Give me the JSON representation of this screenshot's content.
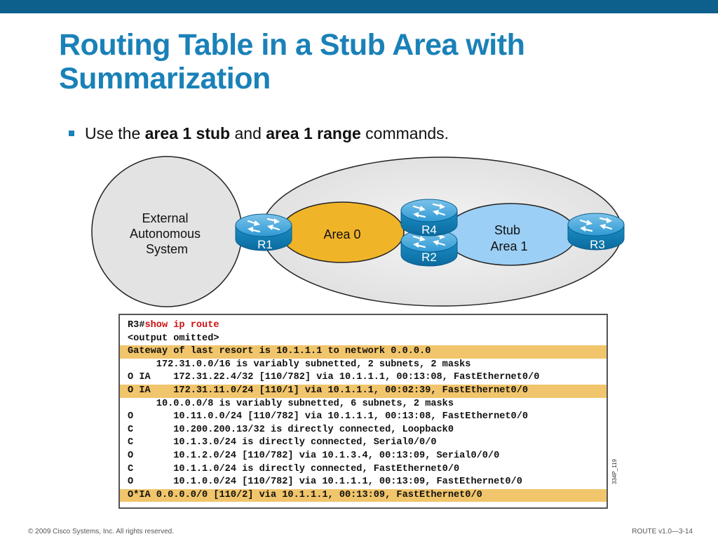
{
  "title": {
    "line1": "Routing Table in a Stub Area with",
    "line2": "Summarization"
  },
  "bullet": {
    "pre": "Use the ",
    "bold1": "area 1 stub",
    "mid": " and ",
    "bold2": "area 1 range",
    "post": " commands."
  },
  "diagram": {
    "external_line1": "External",
    "external_line2": "Autonomous",
    "external_line3": "System",
    "area0": "Area 0",
    "stub_line1": "Stub",
    "stub_line2": "Area 1",
    "routers": [
      "R1",
      "R4",
      "R2",
      "R3"
    ],
    "colors": {
      "external": "#e3e3e3",
      "area0": "#f0b429",
      "stub": "#9ccff5",
      "router": "#1a8fc7"
    }
  },
  "output": {
    "prompt": "R3#",
    "command": "show ip route",
    "lines": [
      {
        "text": "<output omitted>",
        "hl": false
      },
      {
        "text": "Gateway of last resort is 10.1.1.1 to network 0.0.0.0",
        "hl": true
      },
      {
        "text": "     172.31.0.0/16 is variably subnetted, 2 subnets, 2 masks",
        "hl": false
      },
      {
        "text": "O IA    172.31.22.4/32 [110/782] via 10.1.1.1, 00:13:08, FastEthernet0/0",
        "hl": false
      },
      {
        "text": "O IA    172.31.11.0/24 [110/1] via 10.1.1.1, 00:02:39, FastEthernet0/0",
        "hl": true
      },
      {
        "text": "     10.0.0.0/8 is variably subnetted, 6 subnets, 2 masks",
        "hl": false
      },
      {
        "text": "O       10.11.0.0/24 [110/782] via 10.1.1.1, 00:13:08, FastEthernet0/0",
        "hl": false
      },
      {
        "text": "C       10.200.200.13/32 is directly connected, Loopback0",
        "hl": false
      },
      {
        "text": "C       10.1.3.0/24 is directly connected, Serial0/0/0",
        "hl": false
      },
      {
        "text": "O       10.1.2.0/24 [110/782] via 10.1.3.4, 00:13:09, Serial0/0/0",
        "hl": false
      },
      {
        "text": "C       10.1.1.0/24 is directly connected, FastEthernet0/0",
        "hl": false
      },
      {
        "text": "O       10.1.0.0/24 [110/782] via 10.1.1.1, 00:13:09, FastEthernet0/0",
        "hl": false
      },
      {
        "text": "O*IA 0.0.0.0/0 [110/2] via 10.1.1.1, 00:13:09, FastEthernet0/0",
        "hl": true
      }
    ],
    "highlight_color": "#f1c56b"
  },
  "figure_id": "334P_119",
  "footer": {
    "left": "© 2009 Cisco Systems, Inc. All rights reserved.",
    "right": "ROUTE v1.0—3-14"
  }
}
